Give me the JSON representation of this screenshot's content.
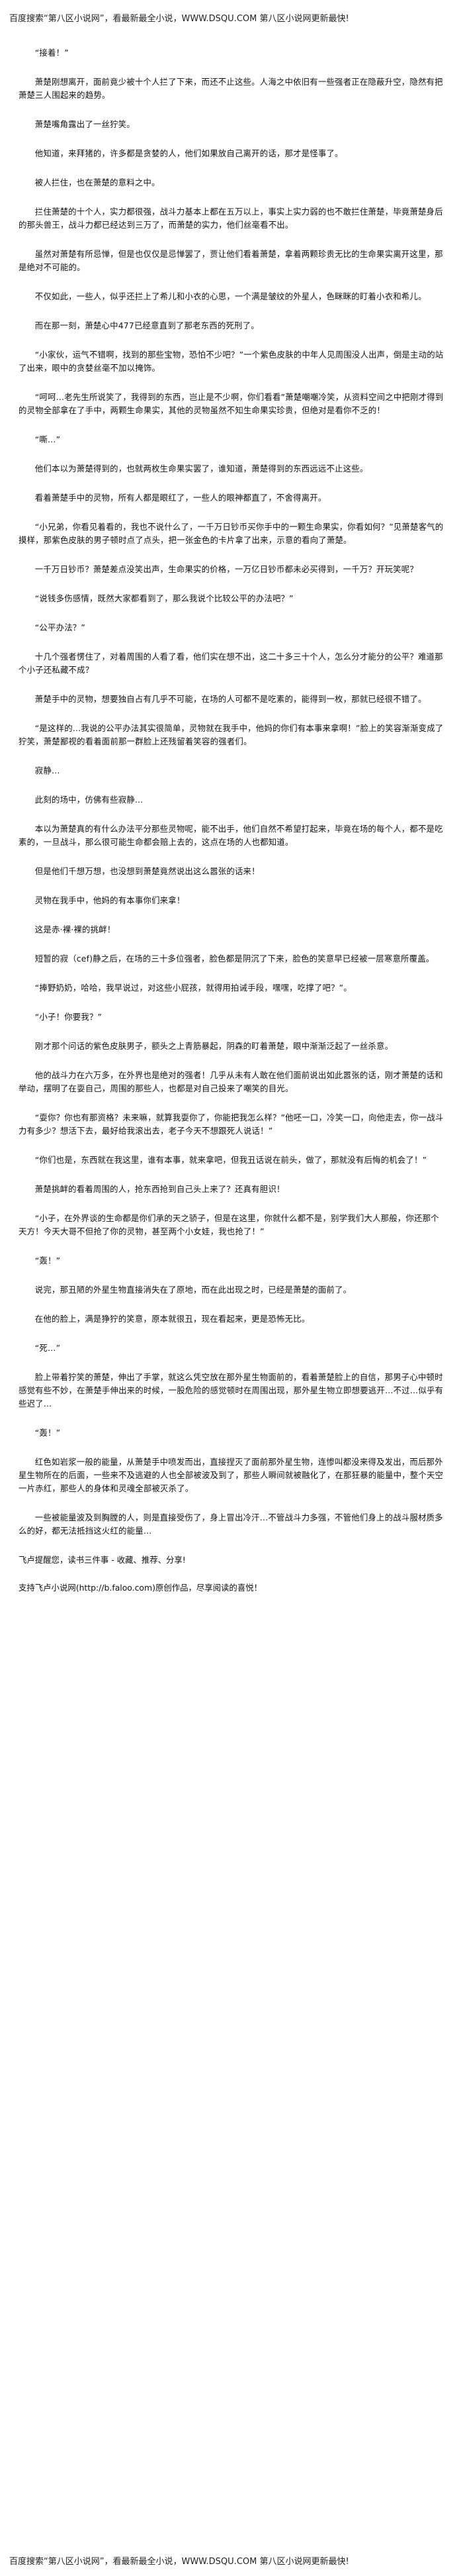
{
  "header": {
    "banner": "百度搜索“第八区小说网”，看最新最全小说，WWW.DSQU.COM 第八区小说网更新最快!"
  },
  "article": {
    "paragraphs": [
      "“接着！”",
      "萧楚刚想离开，面前竟少被十个人拦了下来，而还不止这些。人海之中依旧有一些强者正在隐蔽升空，隐然有把萧楚三人围起来的趋势。",
      "萧楚嘴角露出了一丝狞笑。",
      "他知道，来拜猪的，许多都是贪婪的人，他们如果放自己离开的话，那才是怪事了。",
      "被人拦住，也在萧楚的意料之中。",
      "拦住萧楚的十个人，实力都很强，战斗力基本上都在五万以上，事实上实力弱的也不敢拦住萧楚，毕竟萧楚身后的那头兽王，战斗力都已经达到三万了，而萧楚的实力，他们丝毫看不出。",
      "虽然对萧楚有所忌惮，但是也仅仅是忌惮罢了，贾让他们看着萧楚，拿着两颗珍贵无比的生命果实离开这里，那是绝对不可能的。",
      "不仅如此，一些人，似乎还拦上了希儿和小衣的心思，一个满是皱纹的外星人，色眯眯的盯着小衣和希儿。",
      "而在那一刻，萧楚心中477已经意直到了那老东西的死刑了。",
      "“小家伙，运气不错啊，找到的那些宝物，恐怕不少吧？”一个紫色皮肤的中年人见周围没人出声，倒是主动的站了出来，眼中的贪婪丝毫不加以掩饰。",
      "“呵呵…老先生所说笑了，我得到的东西，岂止是不少啊，你们看看”萧楚嘲嘲冷笑，从资料空间之中把刚才得到的灵物全部拿在了手中，两颗生命果实，其他的灵物虽然不知生命果实珍贵，但绝对是看你不乏的！",
      "“嘶…”",
      "他们本以为萧楚得到的，也就两枚生命果实罢了，谁知道，萧楚得到的东西远远不止这些。",
      "看着萧楚手中的灵物，所有人都是眼红了，一些人的眼神都直了，不舍得离开。",
      "“小兄弟，你看见着看的，我也不说什么了，一千万日钞币买你手中的一颗生命果实，你看如何？”见萧楚客气的摸样，那紫色皮肤的男子顿时点了点头，把一张金色的卡片拿了出来，示意的看向了萧楚。",
      "一千万日钞币？萧楚差点没笑出声，生命果实的价格，一万亿日钞币都未必买得到，一千万？开玩笑呢？",
      "“说钱多伤感情，既然大家都看到了，那么我说个比较公平的办法吧？”",
      "“公平办法？”",
      "十几个强者愣住了，对着周围的人看了看，他们实在想不出，这二十多三十个人，怎么分才能分的公平？难道那个小子还私藏不成？",
      "萧楚手中的灵物，想要独自占有几乎不可能，在场的人可都不是吃素的，能得到一枚，那就已经很不错了。",
      "“是这样的…我说的公平办法其实很简单，灵物就在我手中，他妈的你们有本事来拿啊！”脸上的笑容渐渐变成了狞笑，萧楚鄙视的看着面前那一群脸上还残留着笑容的强者们。",
      "寂静…",
      "此刻的场中，仿佛有些寂静…",
      "本以为萧楚真的有什么办法平分那些灵物呢，能不出手，他们自然不希望打起来，毕竟在场的每个人，都不是吃素的，一旦战斗，那么很可能生命都会赔上去的，这点在场的人也都知道。",
      "但是他们千想万想，也没想到萧楚竟然说出这么嚣张的话来！",
      "灵物在我手中，他妈的有本事你们来拿！",
      "这是赤·裸·裸的挑衅！",
      "短暂的寂（cef)静之后，在场的三十多位强者，脸色都是阴沉了下来，脸色的笑意早已经被一层寒意所覆盖。",
      "“捧野奶奶，哈哈，我早说过，对这些小屁孩，就得用拍诫手段，嘿嘿，吃撑了吧？”。",
      "“小子！你要我？”",
      "刚才那个问话的紫色皮肤男子，额头之上青筋暴起，阴森的盯着萧楚，眼中渐渐泛起了一丝杀意。",
      "他的战斗力在六万多，在外界也是绝对的强者！几乎从未有人敢在他们面前说出如此嚣张的话，刚才萧楚的话和举动，摆明了在耍自己，周围的那些人，也都是对自己投来了嘲笑的目光。",
      "“耍你？你也有那资格？未来嘛，就算我耍你了，你能把我怎么样？”他呸一口，冷笑一口，向他走去，你一战斗力有多少？想活下去，最好给我滚出去，老子今天不想跟死人说话！”",
      "“你们也是，东西就在我这里，谁有本事，就来拿吧，但我丑话说在前头，做了，那就没有后悔的机会了！”",
      "萧楚挑衅的看着周围的人，抢东西抢到自己头上来了？还真有胆识！",
      "“小子，在外界谈的生命都是你们承的天之骄子，但是在这里，你就什么都不是，别学我们大人那般，你还那个天方！今天大哥不但抢了你的灵物，甚至两个小女娃，我也抢了！”",
      "“轰！”",
      "说完，那丑陋的外星生物直接消失在了原地，而在此出现之时，已经是萧楚的面前了。",
      "在他的脸上，满是狰狞的笑意，原本就很丑，现在看起来，更是恐怖无比。",
      "“死…”",
      "脸上带着狞笑的萧楚，伸出了手掌，就这么凭空放在那外星生物面前的，看着萧楚脸上的自信，那男子心中顿时感觉有些不妙，在萧楚手伸出来的时候，一股危险的感觉顿时在周围出现，那外星生物立即想要逃开…不过…似乎有些迟了…",
      "“轰！”",
      "红色如岩浆一般的能量，从萧楚手中喷发而出，直接捏灭了面前那外星生物，连惨叫都没来得及发出，而后那外星生物所在的后面，一些来不及逃避的人也全部被波及到了，那些人瞬间就被融化了，在那狂暴的能量中，整个天空一片赤红，那些人的身体和灵魂全部被灭杀了。",
      "一些被能量波及到胸膛的人，则是直接受伤了，身上冒出冷汗…不管战斗力多强，不管他们身上的战斗服材质多么的好，都无法抵挡这火红的能量…"
    ],
    "footer_note": "飞卢提醒您，读书三件事 - 收藏、推荐、分享!",
    "site_note": "支持飞卢小说网(http://b.faloo.com)原创作品，尽享阅读的喜悦！"
  },
  "footer": {
    "banner": "百度搜索“第八区小说网”，看最新最全小说，WWW.DSQU.COM 第八区小说网更新最快!"
  }
}
